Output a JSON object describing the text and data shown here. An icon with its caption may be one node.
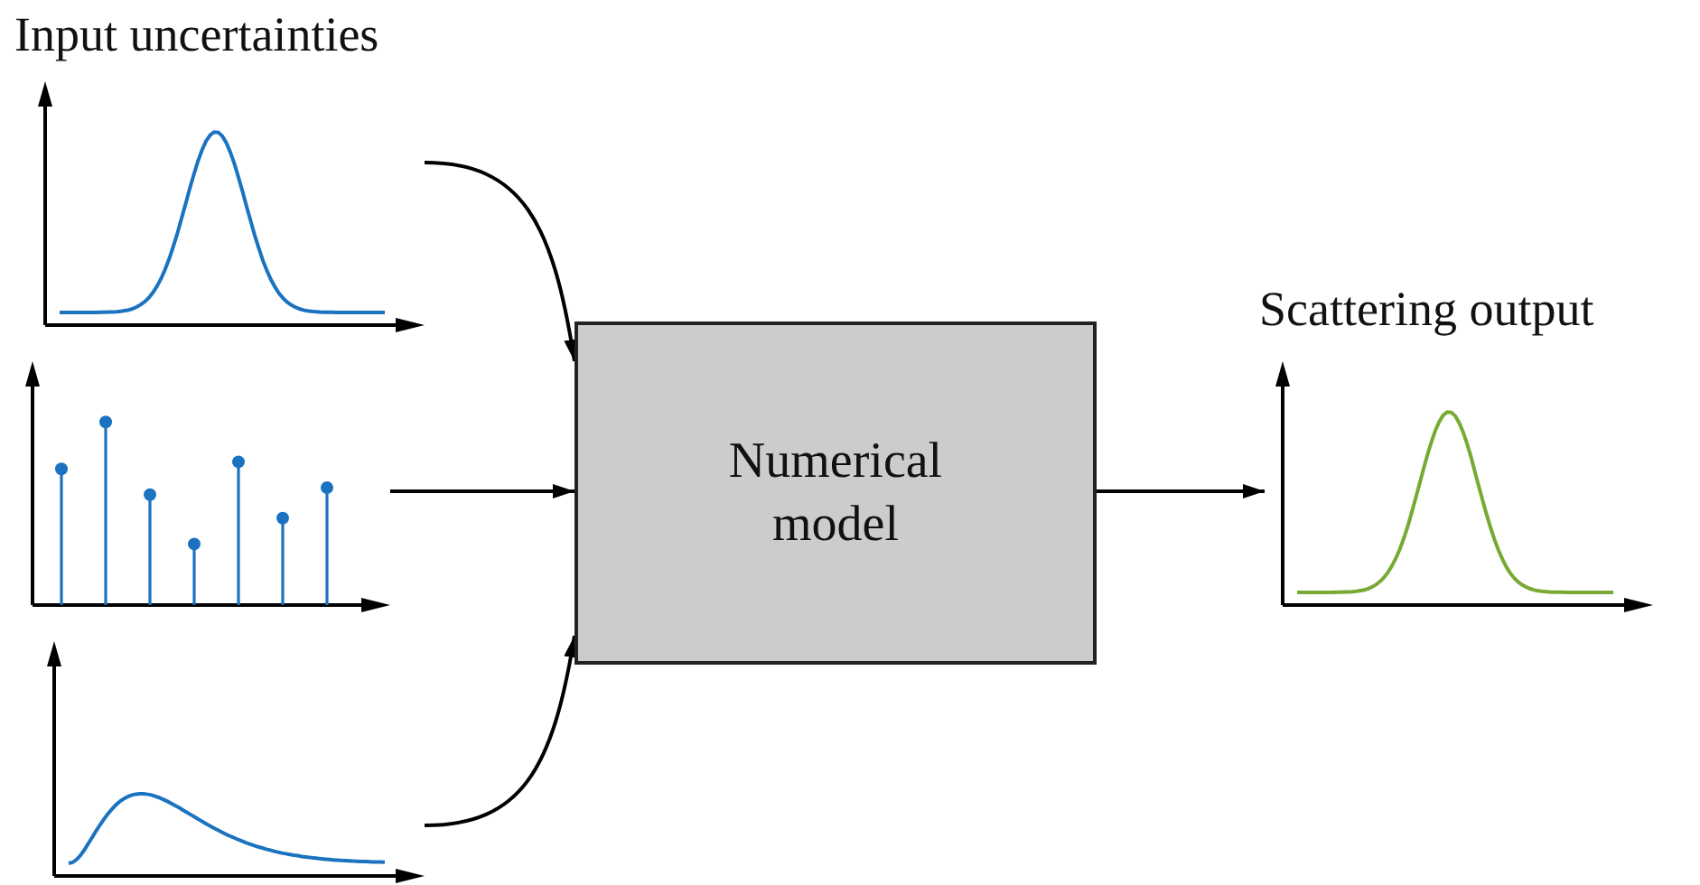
{
  "diagram": {
    "nodes": [
      {
        "text": [],
        "shape": "picture"
      },
      {
        "text": [],
        "shape": "picture"
      },
      {
        "text": [],
        "shape": "picture"
      },
      {
        "text": [
          "Numerical model"
        ]
      },
      {
        "text": [],
        "shape": "picture",
        "beside": [
          "Scattering output"
        ]
      }
    ],
    "edges": [
      {
        "from": 0,
        "to": 3,
        "arrow": "to"
      },
      {
        "from": 1,
        "to": 3,
        "arrow": "to"
      },
      {
        "from": 2,
        "to": 3,
        "arrow": "to"
      },
      {
        "from": 3,
        "to": 4,
        "arrow": "to"
      }
    ],
    "labels": [
      "Input uncertainties"
    ]
  }
}
